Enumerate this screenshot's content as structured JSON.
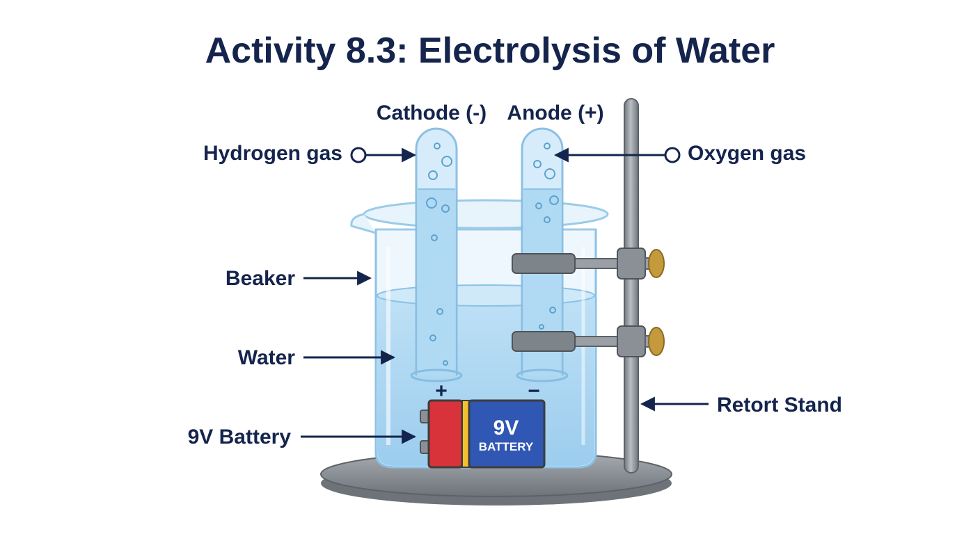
{
  "title": "Activity 8.3: Electrolysis of Water",
  "labels": {
    "cathode": "Cathode (-)",
    "anode": "Anode (+)",
    "hydrogen": "Hydrogen gas",
    "oxygen": "Oxygen gas",
    "beaker": "Beaker",
    "water": "Water",
    "battery": "9V Battery",
    "retort_stand": "Retort Stand"
  },
  "battery": {
    "voltage": "9V",
    "brand": "BATTERY",
    "plus": "+",
    "minus": "−"
  },
  "colors": {
    "text": "#14244d",
    "water": "#a9d6f2",
    "glass": "#dff0fb",
    "battery_red": "#d8323a",
    "battery_yellow": "#f2c22e",
    "battery_blue": "#2f57b3",
    "stand": "#8a9096",
    "knob": "#c49a3c"
  }
}
